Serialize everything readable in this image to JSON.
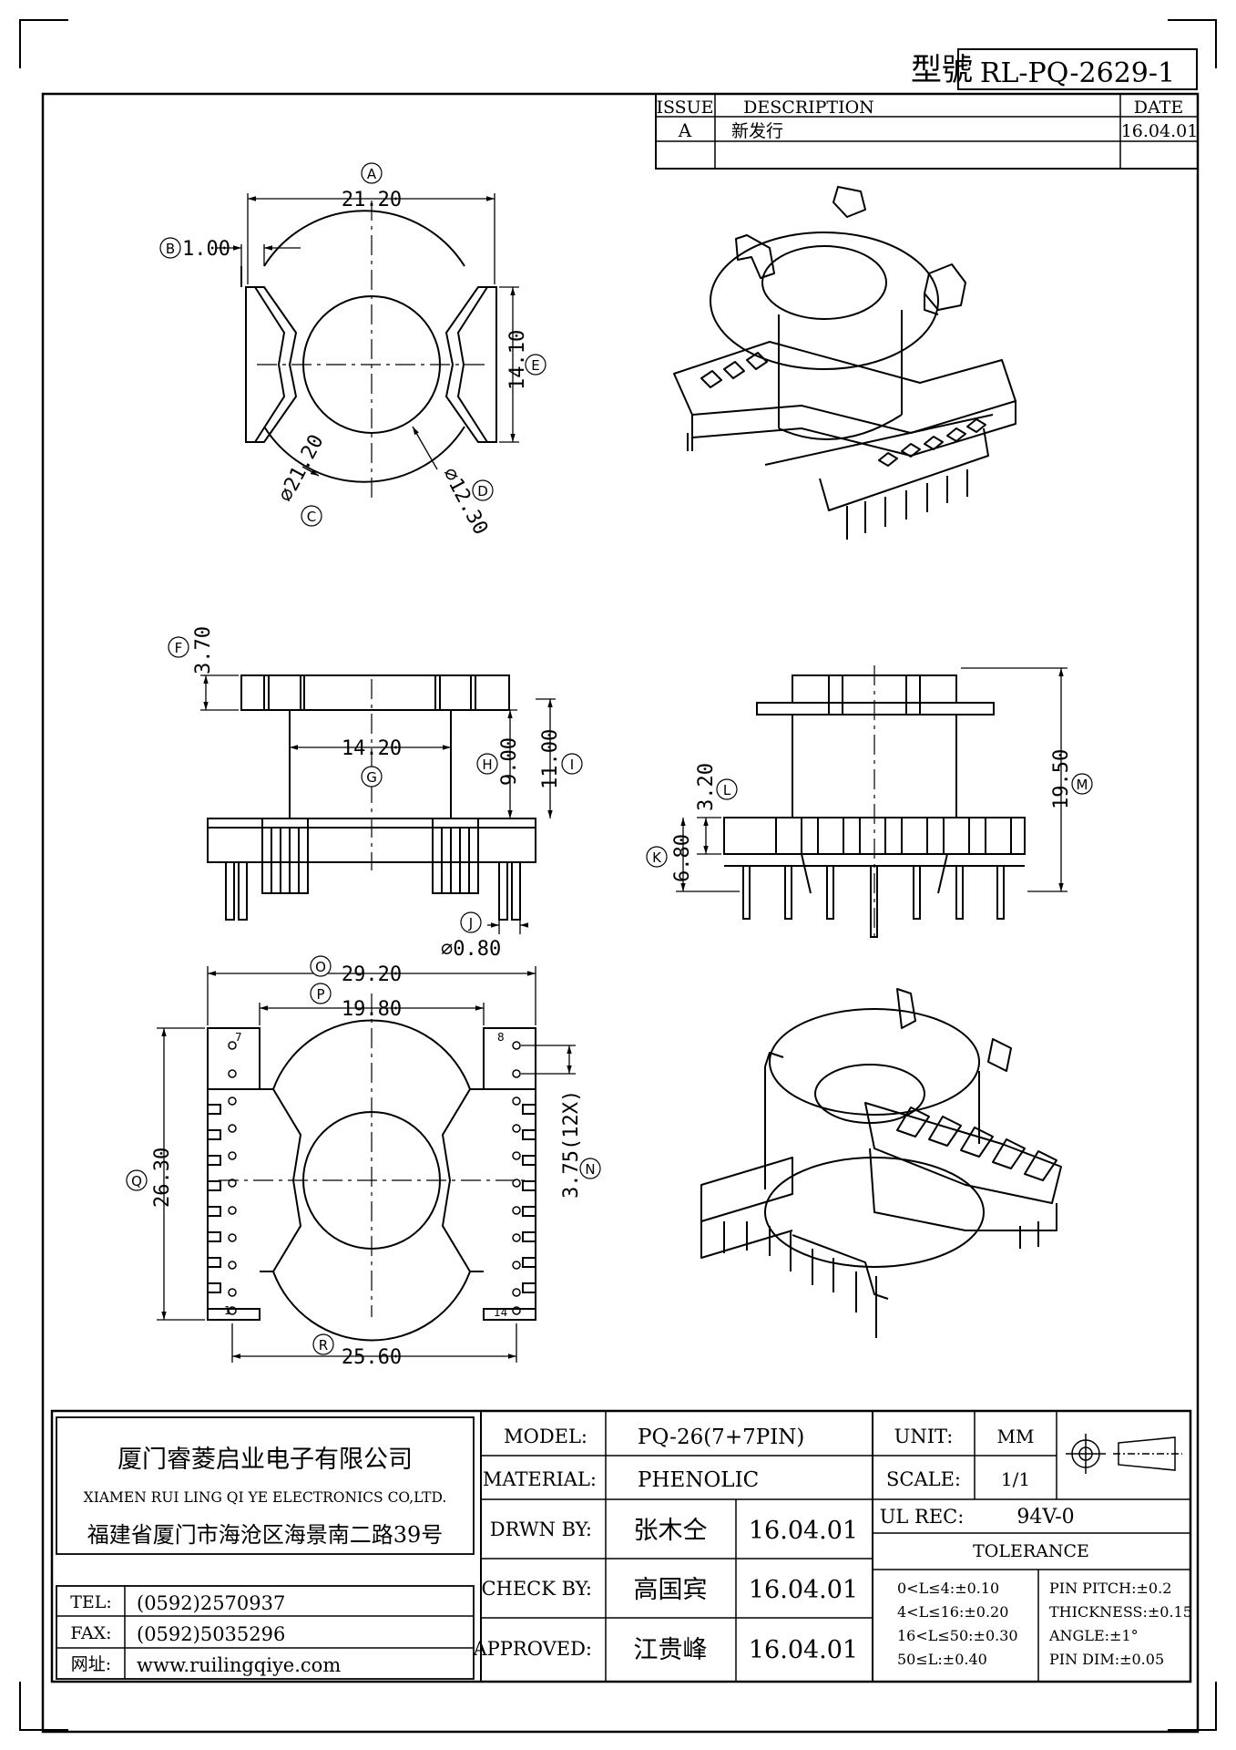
{
  "header": {
    "model_label": "型號",
    "model_number": "RL-PQ-2629-1"
  },
  "revision": {
    "col_issue": "ISSUE",
    "col_description": "DESCRIPTION",
    "col_date": "DATE",
    "rows": [
      {
        "issue": "A",
        "description": "新发行",
        "date": "16.04.01"
      }
    ]
  },
  "dimensions": {
    "A": {
      "label": "A",
      "value": "21.20"
    },
    "B": {
      "label": "B",
      "value": "1.00"
    },
    "C": {
      "label": "C",
      "value": "⌀21.20"
    },
    "D": {
      "label": "D",
      "value": "⌀12.30"
    },
    "E": {
      "label": "E",
      "value": "14.10"
    },
    "F": {
      "label": "F",
      "value": "3.70"
    },
    "G": {
      "label": "G",
      "value": "14.20"
    },
    "H": {
      "label": "H",
      "value": "9.00"
    },
    "I": {
      "label": "I",
      "value": "11.00"
    },
    "J": {
      "label": "J",
      "value": "⌀0.80"
    },
    "K": {
      "label": "K",
      "value": "6.80"
    },
    "L": {
      "label": "L",
      "value": "3.20"
    },
    "M": {
      "label": "M",
      "value": "19.50"
    },
    "N": {
      "label": "N",
      "value": "3.75(12X)"
    },
    "O": {
      "label": "O",
      "value": "29.20"
    },
    "P": {
      "label": "P",
      "value": "19.80"
    },
    "Q": {
      "label": "Q",
      "value": "26.30"
    },
    "R": {
      "label": "R",
      "value": "25.60"
    }
  },
  "pin_labels": {
    "p1": "1",
    "p7": "7",
    "p8": "8",
    "p14": "14"
  },
  "title_block": {
    "company_cn": "厦门睿菱启业电子有限公司",
    "company_en": "XIAMEN RUI LING QI YE ELECTRONICS CO,LTD.",
    "address": "福建省厦门市海沧区海景南二路39号",
    "tel_label": "TEL:",
    "tel": "(0592)2570937",
    "fax_label": "FAX:",
    "fax": "(0592)5035296",
    "web_label": "网址:",
    "web": "www.ruilingqiye.com",
    "model_label": "MODEL:",
    "model": "PQ-26(7+7PIN)",
    "material_label": "MATERIAL:",
    "material": "PHENOLIC",
    "drawn_label": "DRWN BY:",
    "drawn_name": "张木仝",
    "drawn_date": "16.04.01",
    "check_label": "CHECK BY:",
    "check_name": "高国宾",
    "check_date": "16.04.01",
    "approved_label": "APPROVED:",
    "approved_name": "江贵峰",
    "approved_date": "16.04.01",
    "unit_label": "UNIT:",
    "unit": "MM",
    "scale_label": "SCALE:",
    "scale": "1/1",
    "ul_label": "UL REC:",
    "ul": "94V-0",
    "tolerance_label": "TOLERANCE",
    "tol_left": [
      "0<L≤4:±0.10",
      "4<L≤16:±0.20",
      "16<L≤50:±0.30",
      "50≤L:±0.40"
    ],
    "tol_right": [
      "PIN PITCH:±0.2",
      "THICKNESS:±0.15",
      "ANGLE:±1°",
      "PIN DIM:±0.05"
    ]
  }
}
